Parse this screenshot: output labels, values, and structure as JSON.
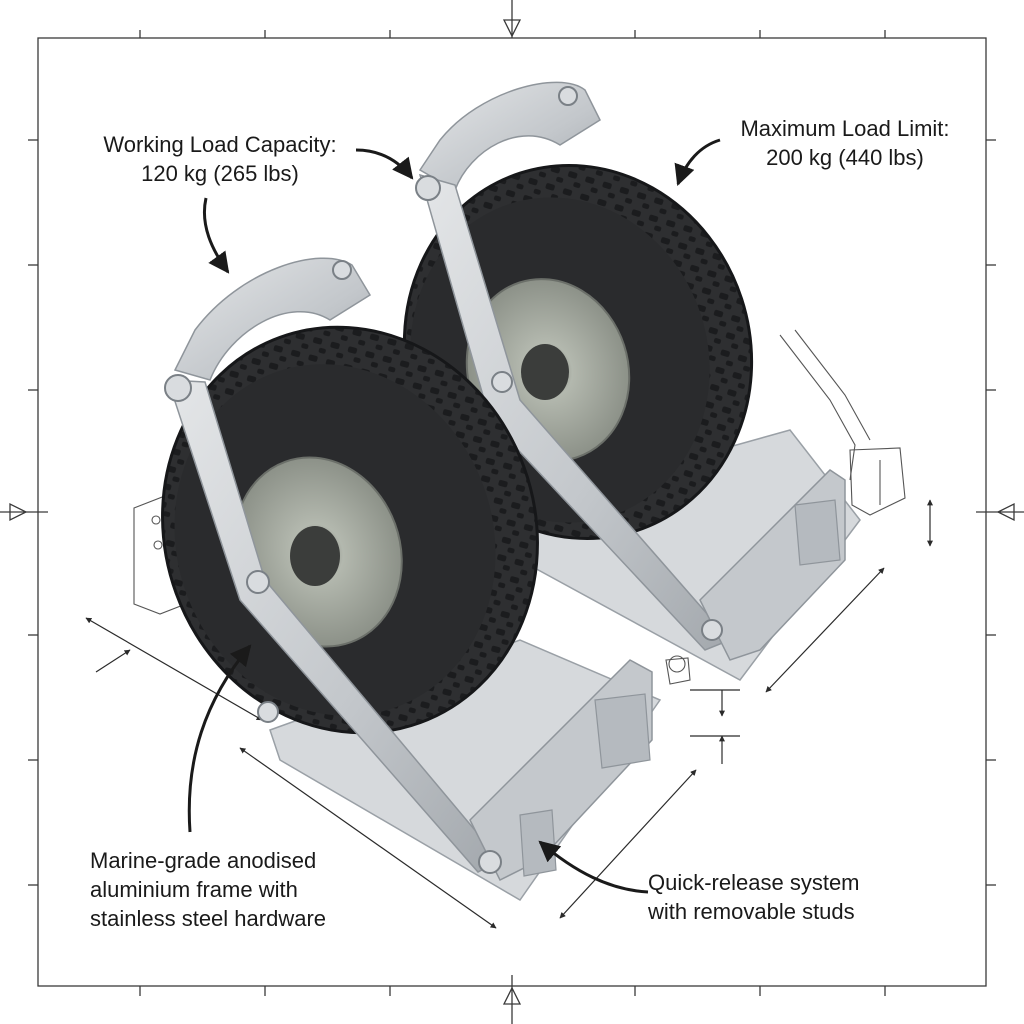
{
  "callouts": {
    "working_load": {
      "line1": "Working Load Capacity:",
      "line2": "120 kg (265 lbs)"
    },
    "maximum_load": {
      "line1": "Maximum Load Limit:",
      "line2": "200 kg (440 lbs)"
    },
    "frame": {
      "line1": "Marine-grade anodised",
      "line2": "aluminium frame with",
      "line3": "stainless steel hardware"
    },
    "quick_release": {
      "line1": "Quick-release system",
      "line2": "with removable studs"
    }
  },
  "colors": {
    "background": "#ffffff",
    "blueprint_line": "#3a3a3a",
    "tire": "#2b2c2e",
    "tire_tread": "#1c1d1f",
    "hub": "#9ea39a",
    "aluminium": "#c9cccf",
    "aluminium_dark": "#9aa0a6",
    "text": "#1a1a1a"
  }
}
